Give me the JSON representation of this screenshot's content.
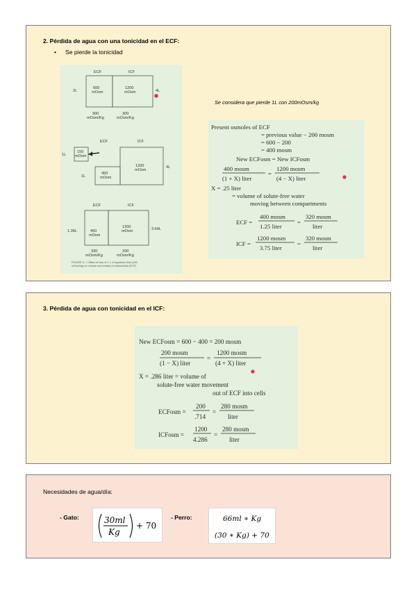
{
  "section2": {
    "title": "2. Pérdida de agua con una tonicidad en el ECF:",
    "bullet_mark": "•",
    "bullet": "Se pierde la tonicidad",
    "note": "Se considera que pierde 1L con 200mOsm/kg",
    "diagram": {
      "top": {
        "ecf_label": "ECF",
        "icf_label": "ICF",
        "left_vol": "2L",
        "right_vol": "4L",
        "ecf_osm": [
          "600",
          "mOsm"
        ],
        "icf_osm": [
          "1200",
          "mOsm"
        ],
        "ecf_conc": [
          "300",
          "mOsm/Kg"
        ],
        "icf_conc": [
          "300",
          "mOsm/Kg"
        ]
      },
      "middle": {
        "ecf_label": "ECF",
        "icf_label": "ICF",
        "lost_vol": "1L",
        "lost_osm": [
          "150",
          "mOsm"
        ],
        "ecf_vol": "1L",
        "ecf_osm": [
          "450",
          "mOsm"
        ],
        "icf_osm": [
          "1200",
          "mOsm"
        ],
        "icf_vol": "4L"
      },
      "bottom": {
        "ecf_label": "ECF",
        "icf_label": "ICF",
        "ecf_vol": "1.36L",
        "icf_vol": "3.64L",
        "ecf_osm": [
          "450",
          "mOsm"
        ],
        "icf_osm": [
          "1200",
          "mOsm"
        ],
        "ecf_conc": [
          "330",
          "mOsm/Kg"
        ],
        "icf_conc": [
          "330",
          "mOsm/Kg"
        ]
      },
      "caption": [
        "FIGURE 3—7  Effect of loss of 1 L of hypotonic fluid (150",
        "mOsm/kg) on volume and tonicity of extracellular (ECF)"
      ]
    },
    "calc": {
      "l1": "Present osmoles of ECF",
      "l2": "= previous value − 200 mosm",
      "l3": "= 600 − 200",
      "l4": "= 400 mosm",
      "l5": "New ECFosm = New ICFosm",
      "f1_num": "400 mosm",
      "f1_den": "(1 + X) liter",
      "eq": "=",
      "f2_num": "1200 mosm",
      "f2_den": "(4 − X) liter",
      "l6": "X = .25 liter",
      "l7": "= volume of solute-free water",
      "l8": "moving between compartments",
      "ecf": "ECF =",
      "ecf_num": "400 mosm",
      "ecf_den": "1.25 liter",
      "ecf_num2": "320 mosm",
      "ecf_den2": "liter",
      "icf": "ICF =",
      "icf_num": "1200 mosm",
      "icf_den": "3.75 liter",
      "icf_num2": "320 mosm",
      "icf_den2": "liter"
    }
  },
  "section3": {
    "title": "3. Pérdida de agua con tonicidad en el ICF:",
    "calc": {
      "l1": "New ECFosm = 600 − 400 = 200 mosm",
      "f1_num": "200 mosm",
      "f1_den": "(1 − X) liter",
      "eq": "=",
      "f2_num": "1200 mosm",
      "f2_den": "(4 + X) liter",
      "l2": "X = .286 liter = volume of",
      "l3": "solute-free water movement",
      "l4": "out of ECF into cells",
      "ecf": "ECFosm =",
      "ecf_num": "200",
      "ecf_den": ".714",
      "ecf_num2": "280 mosm",
      "ecf_den2": "liter",
      "icf": "ICFosm =",
      "icf_num": "1200",
      "icf_den": "4.286",
      "icf_num2": "280 mosm",
      "icf_den2": "liter"
    }
  },
  "section4": {
    "title": "Necesidades de agua/día:",
    "cat_label": "- Gato:",
    "cat_num": "30ml",
    "cat_den": "Kg",
    "cat_plus": "+ 70",
    "dog_label": "- Perro:",
    "dog_l1": "66ml ∗ Kg",
    "dog_l2": "(30 ∗ Kg) + 70"
  },
  "colors": {
    "section_bg": "#fdf2cf",
    "water_section_bg": "#fbe2d6",
    "photo_green": "#e3f1de",
    "laser_dot": "#e0304a"
  }
}
